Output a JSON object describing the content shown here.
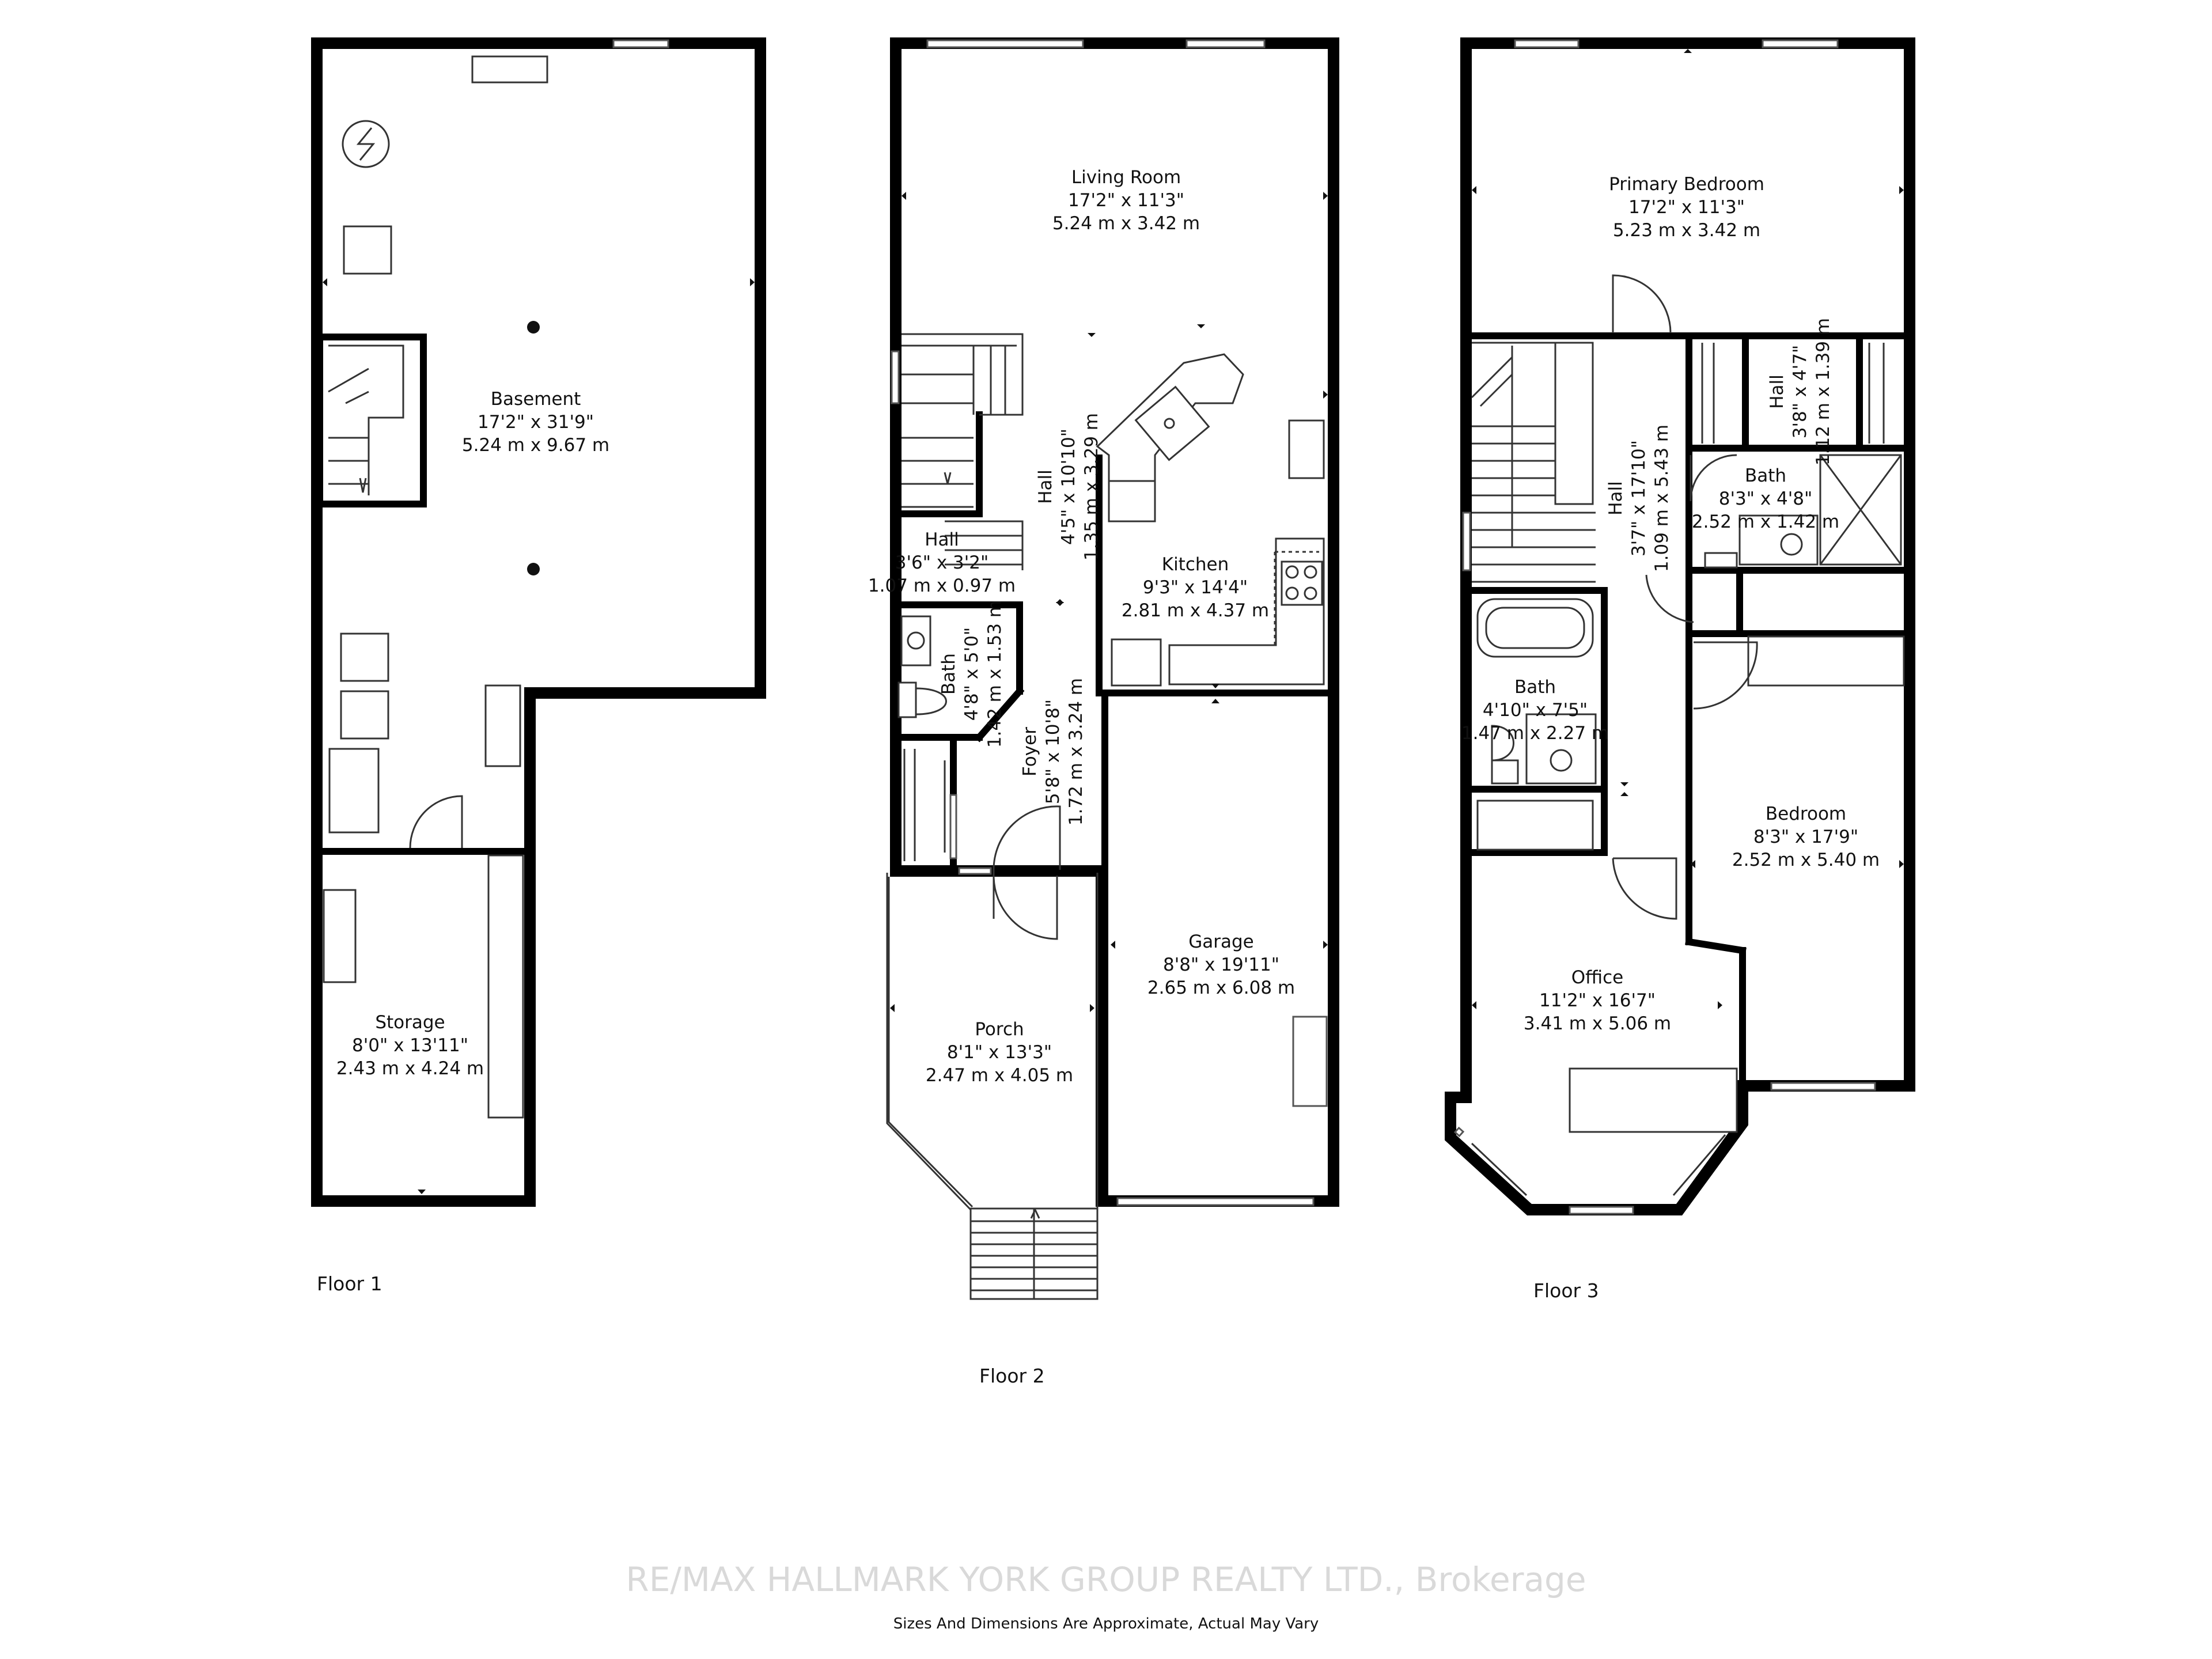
{
  "floors": [
    {
      "label": "Floor 1",
      "rooms": [
        {
          "name": "Basement",
          "imperial": "17'2\" x 31'9\"",
          "metric": "5.24 m x 9.67 m"
        },
        {
          "name": "Storage",
          "imperial": "8'0\" x 13'11\"",
          "metric": "2.43 m x 4.24 m"
        }
      ]
    },
    {
      "label": "Floor 2",
      "rooms": [
        {
          "name": "Living Room",
          "imperial": "17'2\" x 11'3\"",
          "metric": "5.24 m x 3.42 m"
        },
        {
          "name": "Hall",
          "imperial": "4'5\" x 10'10\"",
          "metric": "1.35 m x 3.29 m"
        },
        {
          "name": "Kitchen",
          "imperial": "9'3\" x 14'4\"",
          "metric": "2.81 m x 4.37 m"
        },
        {
          "name": "Hall",
          "imperial": "3'6\" x 3'2\"",
          "metric": "1.07 m x 0.97 m"
        },
        {
          "name": "Bath",
          "imperial": "4'8\" x 5'0\"",
          "metric": "1.42 m x 1.53 m"
        },
        {
          "name": "Foyer",
          "imperial": "5'8\" x 10'8\"",
          "metric": "1.72 m x 3.24 m"
        },
        {
          "name": "Porch",
          "imperial": "8'1\" x 13'3\"",
          "metric": "2.47 m x 4.05 m"
        },
        {
          "name": "Garage",
          "imperial": "8'8\" x 19'11\"",
          "metric": "2.65 m x 6.08 m"
        }
      ]
    },
    {
      "label": "Floor 3",
      "rooms": [
        {
          "name": "Primary Bedroom",
          "imperial": "17'2\" x 11'3\"",
          "metric": "5.23 m x 3.42 m"
        },
        {
          "name": "Hall",
          "imperial": "3'8\" x 4'7\"",
          "metric": "1.12 m x 1.39 m"
        },
        {
          "name": "Bath",
          "imperial": "8'3\" x 4'8\"",
          "metric": "2.52 m x 1.42 m"
        },
        {
          "name": "Hall",
          "imperial": "3'7\" x 17'10\"",
          "metric": "1.09 m x 5.43 m"
        },
        {
          "name": "Bath",
          "imperial": "4'10\" x 7'5\"",
          "metric": "1.47 m x 2.27 m"
        },
        {
          "name": "Bedroom",
          "imperial": "8'3\" x 17'9\"",
          "metric": "2.52 m x 5.40 m"
        },
        {
          "name": "Office",
          "imperial": "11'2\" x 16'7\"",
          "metric": "3.41 m x 5.06 m"
        }
      ]
    }
  ],
  "watermark": "RE/MAX HALLMARK YORK GROUP REALTY LTD., Brokerage",
  "disclaimer": "Sizes And Dimensions Are Approximate, Actual May Vary"
}
